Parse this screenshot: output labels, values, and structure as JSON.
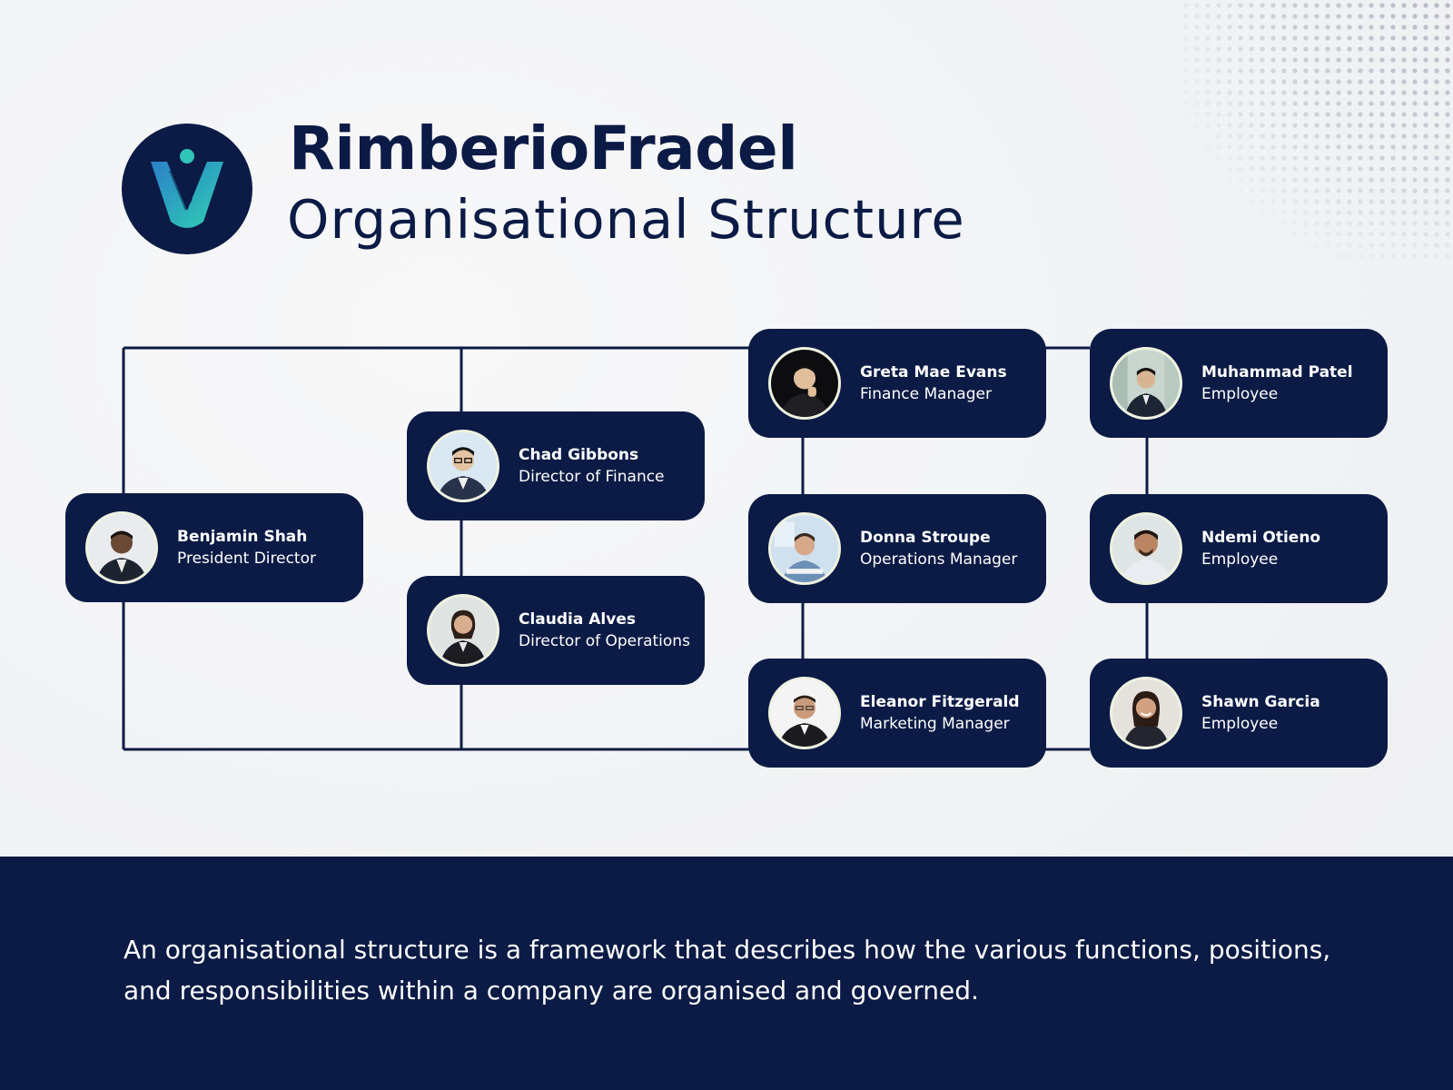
{
  "header": {
    "company": "RimberioFradel",
    "subtitle": "Organisational Structure",
    "logo_icon": "shield-v-logo-icon"
  },
  "colors": {
    "navy": "#0b1b45",
    "background": "#f2f3f5",
    "logo_teal": "#2ec5b6",
    "logo_blue": "#2b7fc7",
    "text_light": "#ffffff"
  },
  "people": [
    {
      "id": "benjamin-shah",
      "name": "Benjamin Shah",
      "role": "President Director",
      "photo": "man-in-suit-photo"
    },
    {
      "id": "chad-gibbons",
      "name": "Chad Gibbons",
      "role": " Director of Finance",
      "photo": "man-with-glasses-photo"
    },
    {
      "id": "claudia-alves",
      "name": "Claudia Alves",
      "role": "Director of Operations",
      "photo": "woman-in-blazer-photo"
    },
    {
      "id": "greta-mae-evans",
      "name": "Greta Mae Evans",
      "role": "Finance Manager",
      "photo": "man-thinking-photo"
    },
    {
      "id": "donna-stroupe",
      "name": "Donna Stroupe",
      "role": "Operations Manager",
      "photo": "man-at-desk-photo"
    },
    {
      "id": "eleanor-fitzgerald",
      "name": "Eleanor Fitzgerald",
      "role": "Marketing Manager",
      "photo": "man-arms-crossed-photo"
    },
    {
      "id": "muhammad-patel",
      "name": "Muhammad Patel",
      "role": "Employee",
      "photo": "man-in-office-photo"
    },
    {
      "id": "ndemi-otieno",
      "name": "Ndemi Otieno",
      "role": "Employee",
      "photo": "smiling-man-photo"
    },
    {
      "id": "shawn-garcia",
      "name": "Shawn Garcia",
      "role": "Employee",
      "photo": "smiling-woman-photo"
    }
  ],
  "footer": {
    "description": "An organisational structure is a framework that describes how the various functions, positions, and responsibilities within a company are organised and governed."
  }
}
